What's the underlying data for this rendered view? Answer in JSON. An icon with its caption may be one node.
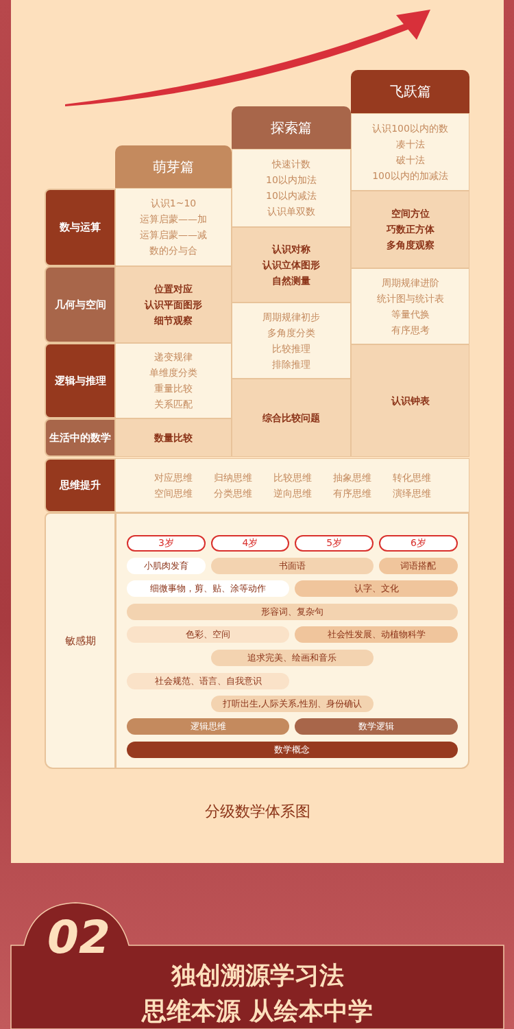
{
  "diagram": {
    "caption": "分级数学体系图",
    "nodes": [
      {
        "text": [
          "萌芽篇"
        ]
      },
      {
        "text": [
          "探索篇"
        ]
      },
      {
        "text": [
          "飞跃篇"
        ]
      },
      {
        "text": [
          "数与运算"
        ]
      },
      {
        "text": [
          "认识1~10",
          "运算启蒙——加",
          "运算启蒙——减",
          "数的分与合"
        ]
      },
      {
        "text": [
          "快速计数",
          "10以内加法",
          "10以内减法",
          "认识单双数"
        ]
      },
      {
        "text": [
          "认识100以内的数",
          "凑十法",
          "破十法",
          "100以内的加减法"
        ]
      },
      {
        "text": [
          "空间方位",
          "巧数正方体",
          "多角度观察"
        ]
      },
      {
        "text": [
          "认识对称",
          "认识立体图形",
          "自然测量"
        ]
      },
      {
        "text": [
          "几何与空间"
        ]
      },
      {
        "text": [
          "位置对应",
          "认识平面图形",
          "细节观察"
        ]
      },
      {
        "text": [
          "周期规律进阶",
          "统计图与统计表",
          "等量代换",
          "有序思考"
        ]
      },
      {
        "text": [
          "周期规律初步",
          "多角度分类",
          "比较推理",
          "排除推理"
        ]
      },
      {
        "text": [
          "逻辑与推理"
        ]
      },
      {
        "text": [
          "递变规律",
          "单维度分类",
          "重量比较",
          "关系匹配"
        ]
      },
      {
        "text": [
          "认识钟表"
        ]
      },
      {
        "text": [
          "综合比较问题"
        ]
      },
      {
        "text": [
          "生活中的数学"
        ]
      },
      {
        "text": [
          "数量比较"
        ]
      },
      {
        "text": [
          "思维提升"
        ]
      },
      {
        "text": [
          "对应思维",
          "归纳思维",
          "比较思维",
          "抽象思维",
          "转化思维",
          "空间思维",
          "分类思维",
          "逆向思维",
          "有序思维",
          "演绎思维"
        ]
      },
      {
        "text": [
          "敏感期"
        ]
      },
      {
        "text": [
          "3岁"
        ]
      },
      {
        "text": [
          "4岁"
        ]
      },
      {
        "text": [
          "5岁"
        ]
      },
      {
        "text": [
          "6岁"
        ]
      },
      {
        "text": [
          "小肌肉发育"
        ]
      },
      {
        "text": [
          "书面语"
        ]
      },
      {
        "text": [
          "词语搭配"
        ]
      },
      {
        "text": [
          "细微事物，剪、贴、涂等动作"
        ]
      },
      {
        "text": [
          "认字、文化"
        ]
      },
      {
        "text": [
          "形容词、复杂句"
        ]
      },
      {
        "text": [
          "色彩、空间"
        ]
      },
      {
        "text": [
          "社会性发展、动植物科学"
        ]
      },
      {
        "text": [
          "追求完美、绘画和音乐"
        ]
      },
      {
        "text": [
          "社会规范、语言、自我意识"
        ]
      },
      {
        "text": [
          "打听出生,人际关系,性别、身份确认"
        ]
      },
      {
        "text": [
          "逻辑思维"
        ]
      },
      {
        "text": [
          "数学逻辑"
        ]
      },
      {
        "text": [
          "数学概念"
        ]
      }
    ],
    "labels": [
      "02",
      "独创溯源学习法",
      "思维本源 从绘本中学"
    ]
  }
}
